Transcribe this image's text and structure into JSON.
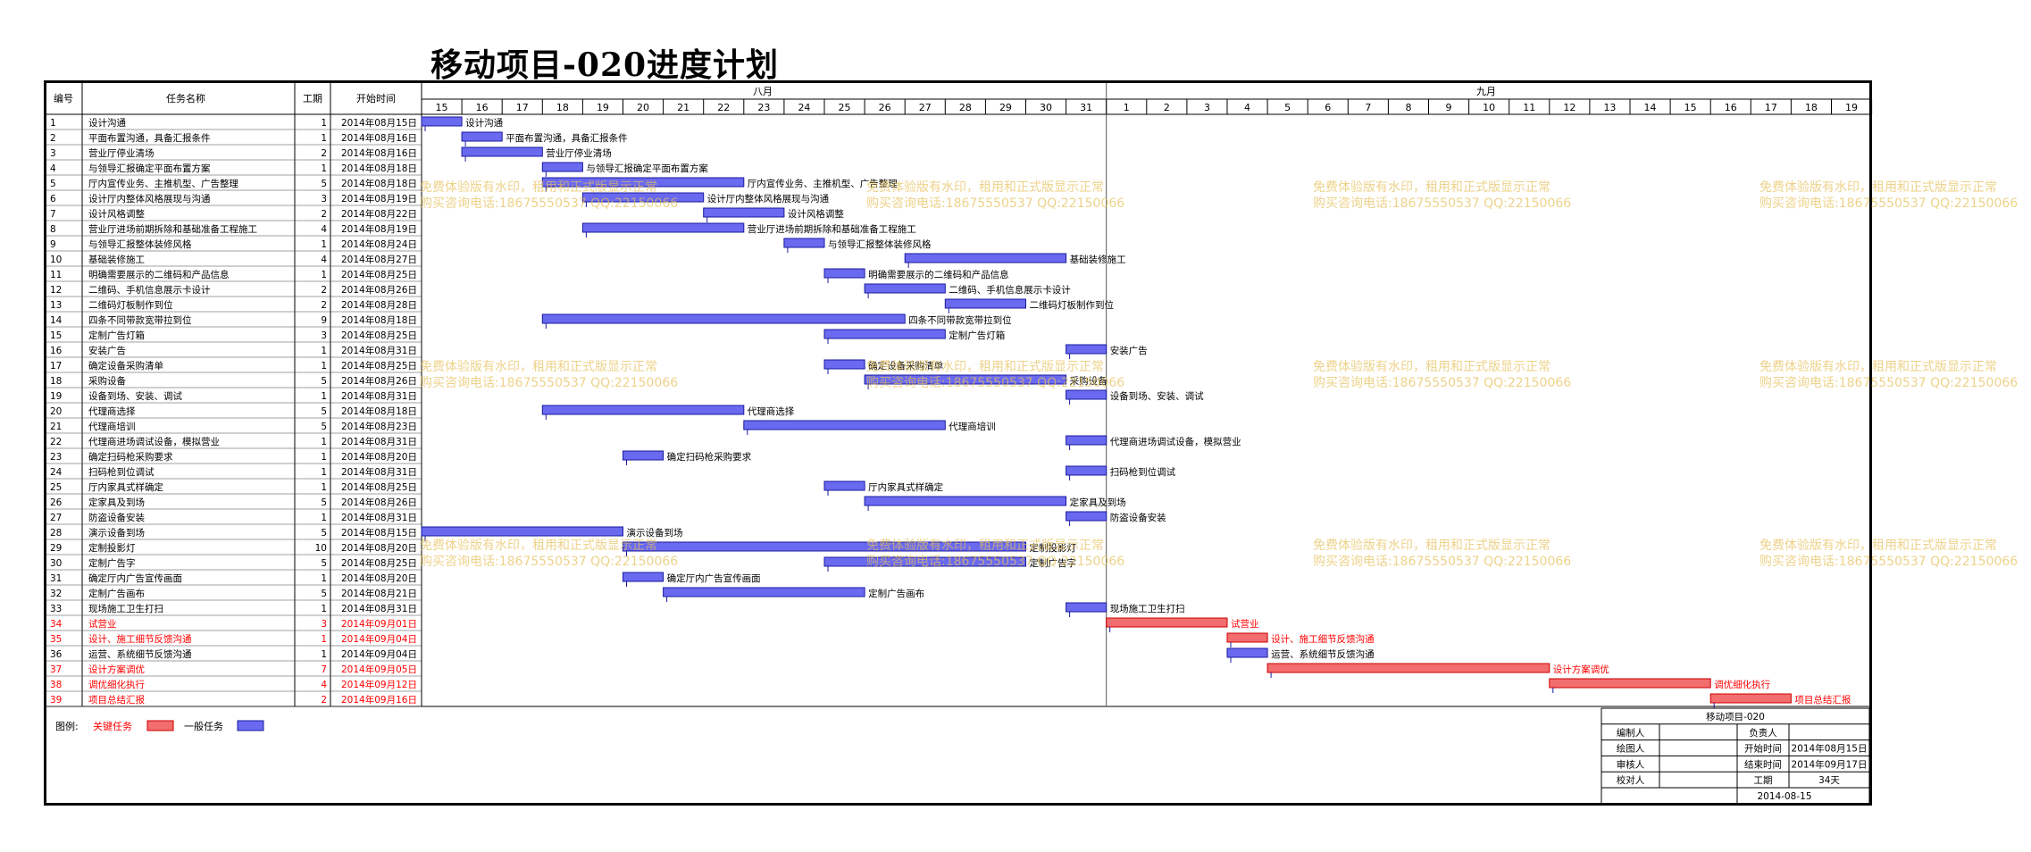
{
  "page": {
    "title": "移动项目-020进度计划"
  },
  "header": {
    "col_no": "编号",
    "col_name": "任务名称",
    "col_dur": "工期",
    "col_start": "开始时间",
    "months": [
      "八月",
      "九月"
    ]
  },
  "chart_data": {
    "type": "gantt",
    "title": "移动项目-020进度计划",
    "x_days": [
      "15",
      "16",
      "17",
      "18",
      "19",
      "20",
      "21",
      "22",
      "23",
      "24",
      "25",
      "26",
      "27",
      "28",
      "29",
      "30",
      "31",
      "1",
      "2",
      "3",
      "4",
      "5",
      "6",
      "7",
      "8",
      "9",
      "10",
      "11",
      "12",
      "13",
      "14",
      "15",
      "16",
      "17",
      "18",
      "19"
    ],
    "tasks": [
      {
        "id": "1",
        "name": "设计沟通",
        "dur": "1",
        "start": "2014年08月15日",
        "s": 0,
        "d": 1,
        "critical": false
      },
      {
        "id": "2",
        "name": "平面布置沟通，具备汇报条件",
        "dur": "1",
        "start": "2014年08月16日",
        "s": 1,
        "d": 1,
        "critical": false
      },
      {
        "id": "3",
        "name": "营业厅停业清场",
        "dur": "2",
        "start": "2014年08月16日",
        "s": 1,
        "d": 2,
        "critical": false
      },
      {
        "id": "4",
        "name": "与领导汇报确定平面布置方案",
        "dur": "1",
        "start": "2014年08月18日",
        "s": 3,
        "d": 1,
        "critical": false
      },
      {
        "id": "5",
        "name": "厅内宣传业务、主推机型、广告整理",
        "dur": "5",
        "start": "2014年08月18日",
        "s": 3,
        "d": 5,
        "critical": false
      },
      {
        "id": "6",
        "name": "设计厅内整体风格展现与沟通",
        "dur": "3",
        "start": "2014年08月19日",
        "s": 4,
        "d": 3,
        "critical": false
      },
      {
        "id": "7",
        "name": "设计风格调整",
        "dur": "2",
        "start": "2014年08月22日",
        "s": 7,
        "d": 2,
        "critical": false
      },
      {
        "id": "8",
        "name": "营业厅进场前期拆除和基础准备工程施工",
        "dur": "4",
        "start": "2014年08月19日",
        "s": 4,
        "d": 4,
        "critical": false
      },
      {
        "id": "9",
        "name": "与领导汇报整体装修风格",
        "dur": "1",
        "start": "2014年08月24日",
        "s": 9,
        "d": 1,
        "critical": false
      },
      {
        "id": "10",
        "name": "基础装修施工",
        "dur": "4",
        "start": "2014年08月27日",
        "s": 12,
        "d": 4,
        "critical": false
      },
      {
        "id": "11",
        "name": "明确需要展示的二维码和产品信息",
        "dur": "1",
        "start": "2014年08月25日",
        "s": 10,
        "d": 1,
        "critical": false
      },
      {
        "id": "12",
        "name": "二维码、手机信息展示卡设计",
        "dur": "2",
        "start": "2014年08月26日",
        "s": 11,
        "d": 2,
        "critical": false
      },
      {
        "id": "13",
        "name": "二维码灯板制作到位",
        "dur": "2",
        "start": "2014年08月28日",
        "s": 13,
        "d": 2,
        "critical": false
      },
      {
        "id": "14",
        "name": "四条不同带款宽带拉到位",
        "dur": "9",
        "start": "2014年08月18日",
        "s": 3,
        "d": 9,
        "critical": false
      },
      {
        "id": "15",
        "name": "定制广告灯箱",
        "dur": "3",
        "start": "2014年08月25日",
        "s": 10,
        "d": 3,
        "critical": false
      },
      {
        "id": "16",
        "name": "安装广告",
        "dur": "1",
        "start": "2014年08月31日",
        "s": 16,
        "d": 1,
        "critical": false
      },
      {
        "id": "17",
        "name": "确定设备采购清单",
        "dur": "1",
        "start": "2014年08月25日",
        "s": 10,
        "d": 1,
        "critical": false
      },
      {
        "id": "18",
        "name": "采购设备",
        "dur": "5",
        "start": "2014年08月26日",
        "s": 11,
        "d": 5,
        "critical": false
      },
      {
        "id": "19",
        "name": "设备到场、安装、调试",
        "dur": "1",
        "start": "2014年08月31日",
        "s": 16,
        "d": 1,
        "critical": false
      },
      {
        "id": "20",
        "name": "代理商选择",
        "dur": "5",
        "start": "2014年08月18日",
        "s": 3,
        "d": 5,
        "critical": false
      },
      {
        "id": "21",
        "name": "代理商培训",
        "dur": "5",
        "start": "2014年08月23日",
        "s": 8,
        "d": 5,
        "critical": false
      },
      {
        "id": "22",
        "name": "代理商进场调试设备，模拟营业",
        "dur": "1",
        "start": "2014年08月31日",
        "s": 16,
        "d": 1,
        "critical": false
      },
      {
        "id": "23",
        "name": "确定扫码枪采购要求",
        "dur": "1",
        "start": "2014年08月20日",
        "s": 5,
        "d": 1,
        "critical": false
      },
      {
        "id": "24",
        "name": "扫码枪到位调试",
        "dur": "1",
        "start": "2014年08月31日",
        "s": 16,
        "d": 1,
        "critical": false
      },
      {
        "id": "25",
        "name": "厅内家具式样确定",
        "dur": "1",
        "start": "2014年08月25日",
        "s": 10,
        "d": 1,
        "critical": false
      },
      {
        "id": "26",
        "name": "定家具及到场",
        "dur": "5",
        "start": "2014年08月26日",
        "s": 11,
        "d": 5,
        "critical": false
      },
      {
        "id": "27",
        "name": "防盗设备安装",
        "dur": "1",
        "start": "2014年08月31日",
        "s": 16,
        "d": 1,
        "critical": false
      },
      {
        "id": "28",
        "name": "演示设备到场",
        "dur": "5",
        "start": "2014年08月15日",
        "s": 0,
        "d": 5,
        "critical": false
      },
      {
        "id": "29",
        "name": "定制投影灯",
        "dur": "10",
        "start": "2014年08月20日",
        "s": 5,
        "d": 10,
        "critical": false
      },
      {
        "id": "30",
        "name": "定制广告字",
        "dur": "5",
        "start": "2014年08月25日",
        "s": 10,
        "d": 5,
        "critical": false
      },
      {
        "id": "31",
        "name": "确定厅内广告宣传画面",
        "dur": "1",
        "start": "2014年08月20日",
        "s": 5,
        "d": 1,
        "critical": false
      },
      {
        "id": "32",
        "name": "定制广告画布",
        "dur": "5",
        "start": "2014年08月21日",
        "s": 6,
        "d": 5,
        "critical": false
      },
      {
        "id": "33",
        "name": "现场施工卫生打扫",
        "dur": "1",
        "start": "2014年08月31日",
        "s": 16,
        "d": 1,
        "critical": false
      },
      {
        "id": "34",
        "name": "试营业",
        "dur": "3",
        "start": "2014年09月01日",
        "s": 17,
        "d": 3,
        "critical": true
      },
      {
        "id": "35",
        "name": "设计、施工细节反馈沟通",
        "dur": "1",
        "start": "2014年09月04日",
        "s": 20,
        "d": 1,
        "critical": true
      },
      {
        "id": "36",
        "name": "运营、系统细节反馈沟通",
        "dur": "1",
        "start": "2014年09月04日",
        "s": 20,
        "d": 1,
        "critical": false
      },
      {
        "id": "37",
        "name": "设计方案调优",
        "dur": "7",
        "start": "2014年09月05日",
        "s": 21,
        "d": 7,
        "critical": true
      },
      {
        "id": "38",
        "name": "调优细化执行",
        "dur": "4",
        "start": "2014年09月12日",
        "s": 28,
        "d": 4,
        "critical": true
      },
      {
        "id": "39",
        "name": "项目总结汇报",
        "dur": "2",
        "start": "2014年09月16日",
        "s": 32,
        "d": 2,
        "critical": true
      }
    ]
  },
  "legend": {
    "prefix": "图例:",
    "critical": "关键任务",
    "normal": "一般任务"
  },
  "colors": {
    "critical": "#f26d6d",
    "normal": "#6a6af0",
    "critical_text": "#ff0000",
    "watermark": "#e6c05a"
  },
  "watermark": {
    "line1": "免费体验版有水印，租用和正式版显示正常",
    "line2": "购买咨询电话:18675550537 QQ:22150066"
  },
  "info_box": {
    "title": "移动项目-020",
    "editor_label": "编制人",
    "editor_value": "",
    "owner_label": "负责人",
    "owner_value": "",
    "drafter_label": "绘图人",
    "drafter_value": "",
    "start_label": "开始时间",
    "start_value": "2014年08月15日",
    "reviewer_label": "审核人",
    "reviewer_value": "",
    "end_label": "结束时间",
    "end_value": "2014年09月17日",
    "checker_label": "校对人",
    "checker_value": "",
    "duration_label": "工期",
    "duration_value": "34天",
    "date": "2014-08-15"
  }
}
